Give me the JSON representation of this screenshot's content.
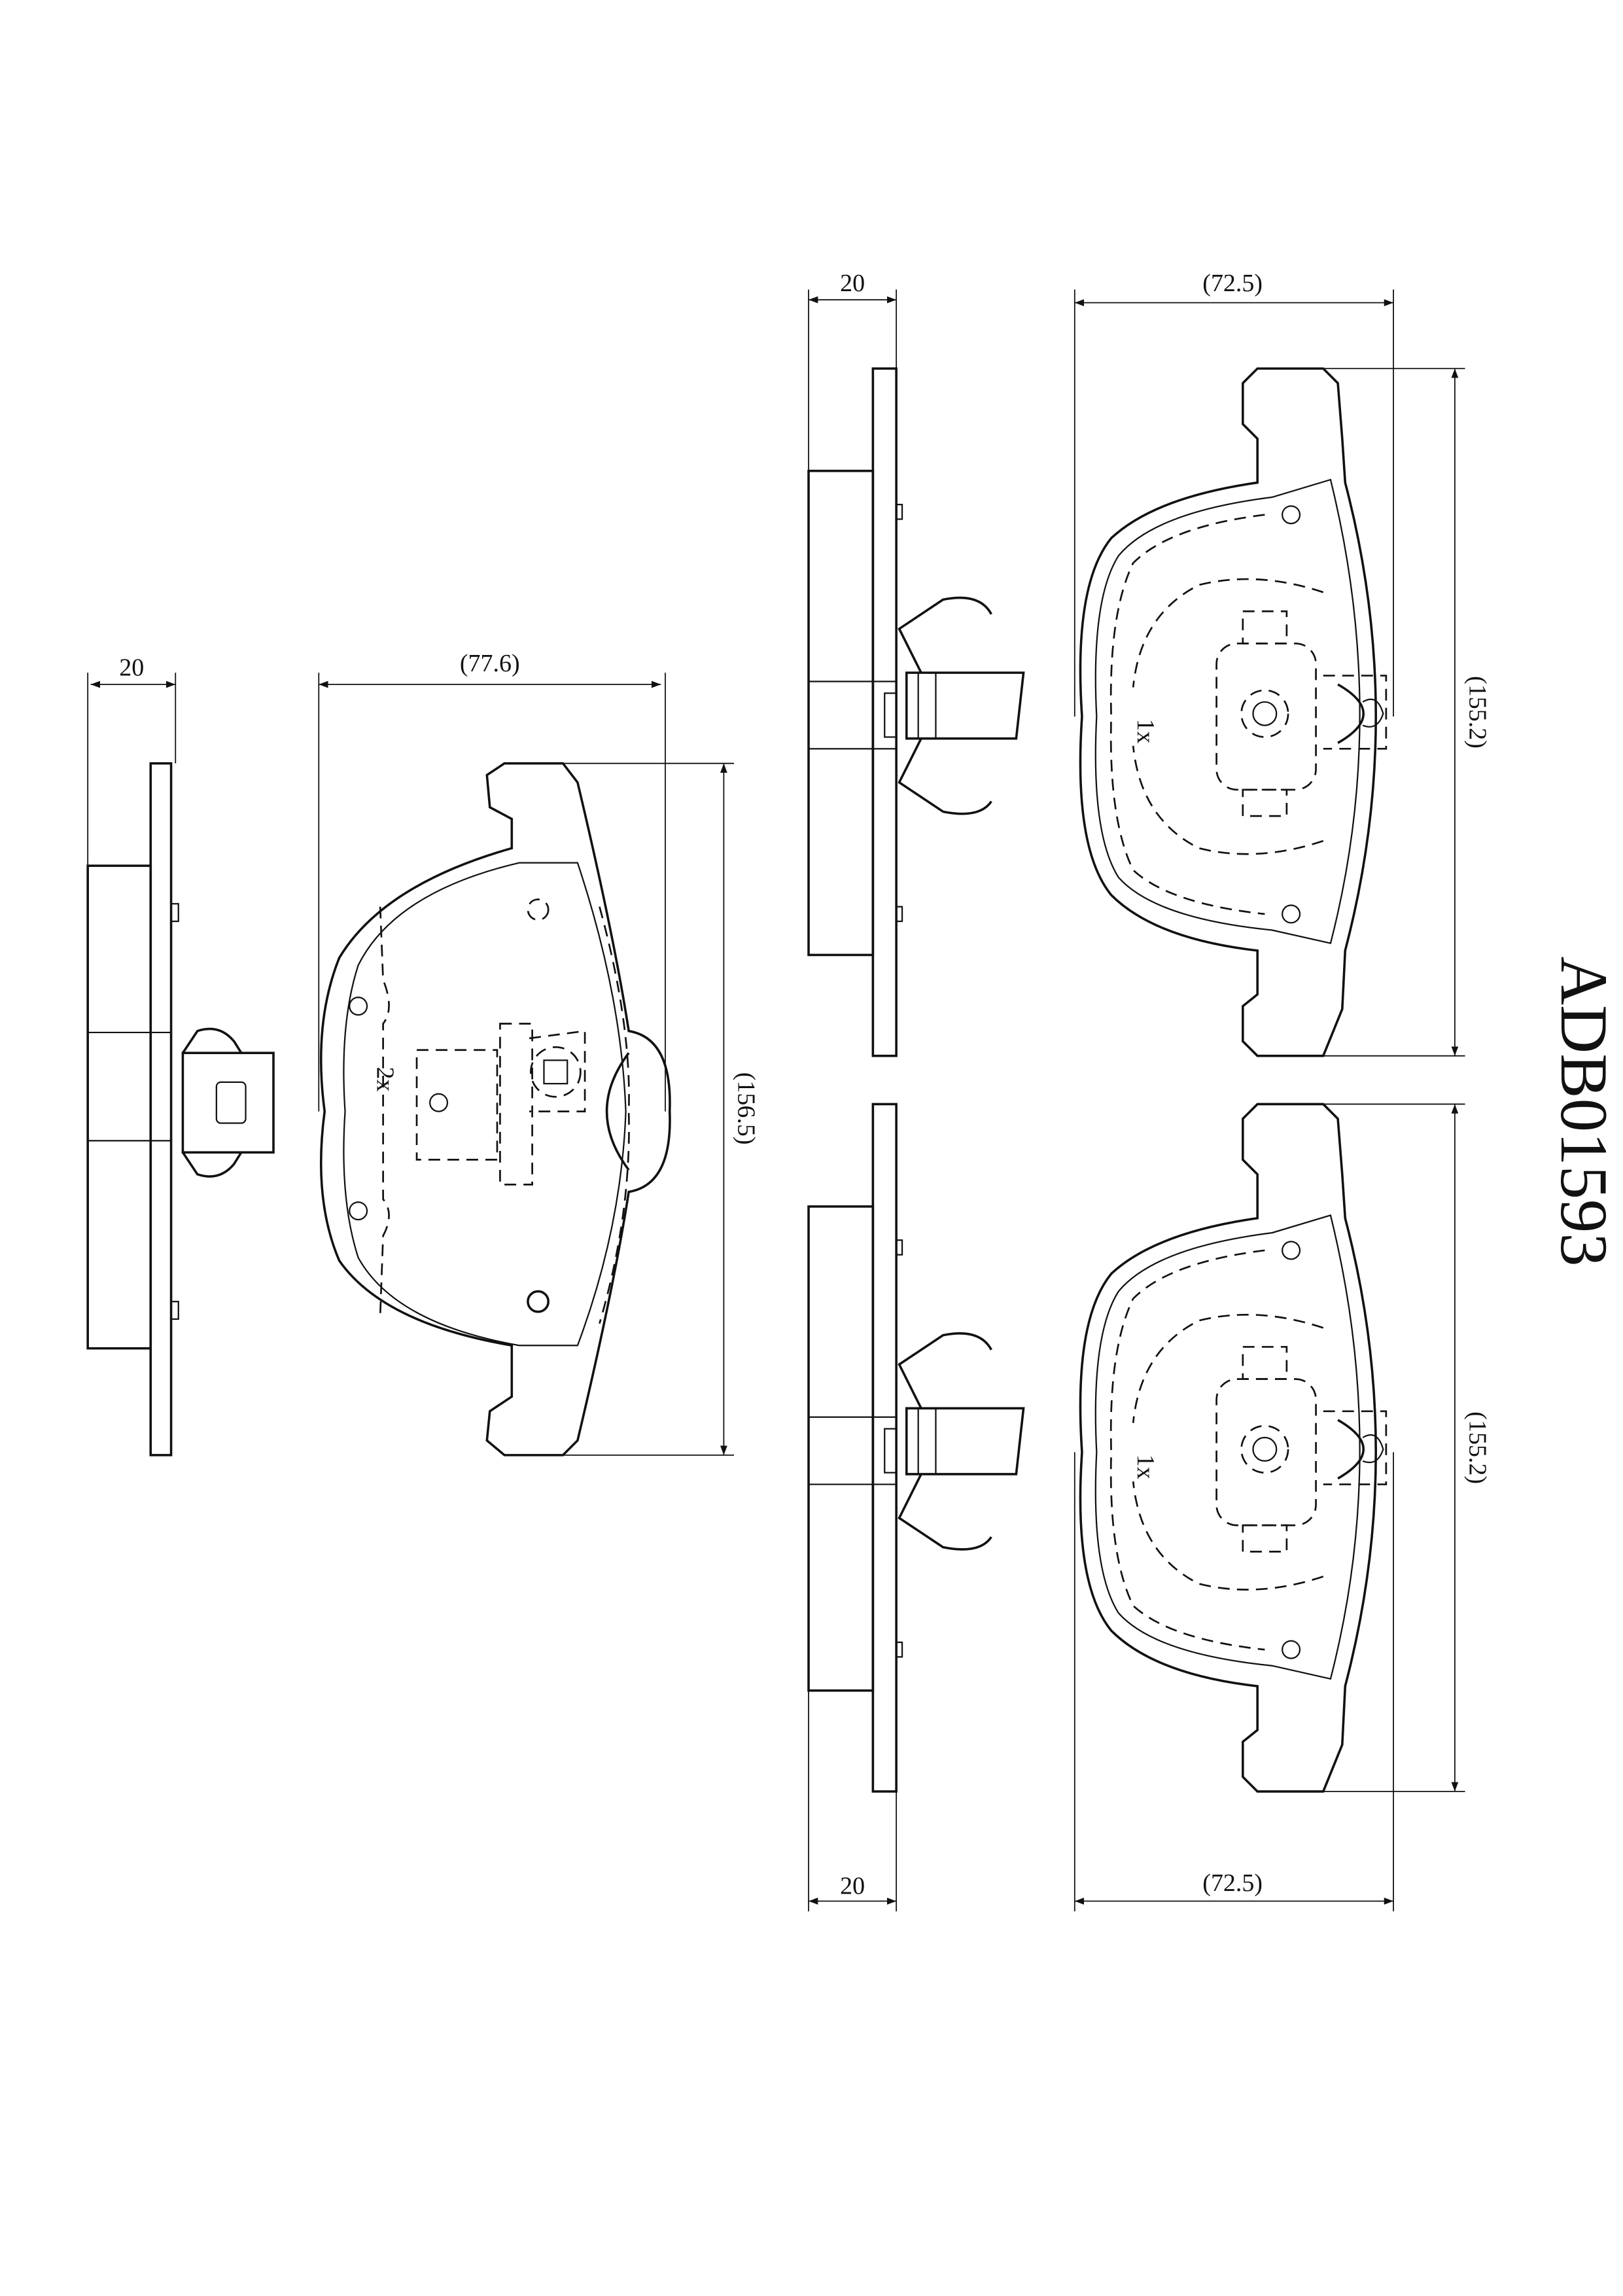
{
  "part_number": "ADB01593",
  "left_set": {
    "thickness": "20",
    "width": "(77.6)",
    "height": "(156.5)",
    "quantity": "2x"
  },
  "right_top": {
    "thickness": "20",
    "width": "(72.5)",
    "height": "(155.2)",
    "quantity": "1x"
  },
  "right_bottom": {
    "thickness": "20",
    "width": "(72.5)",
    "height": "(155.2)",
    "quantity": "1x"
  }
}
